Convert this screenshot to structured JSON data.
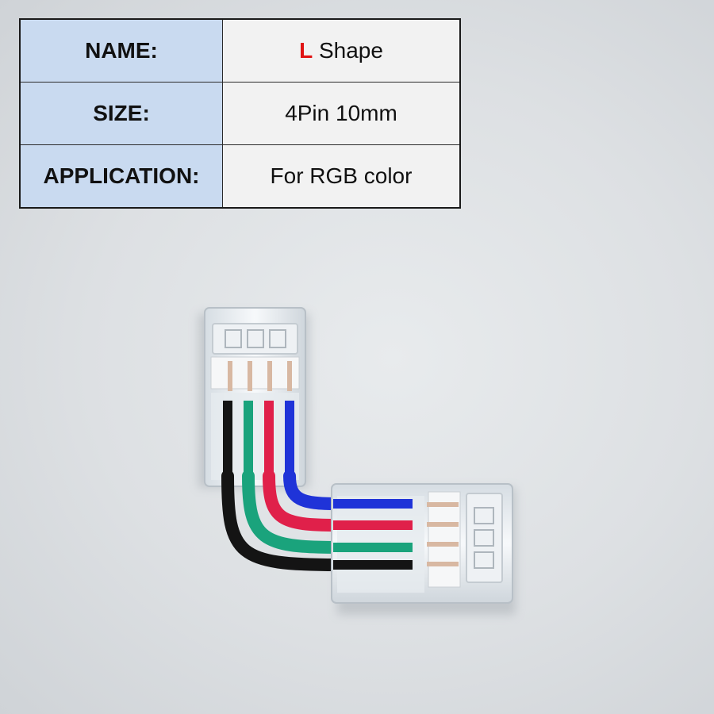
{
  "spec_table": {
    "rows": [
      {
        "label": "NAME:",
        "value_accent": "L",
        "value": "Shape"
      },
      {
        "label": "SIZE:",
        "value": "4Pin 10mm"
      },
      {
        "label": "APPLICATION:",
        "value": "For RGB color"
      }
    ]
  },
  "colors": {
    "label_bg": "#c9daf0",
    "value_bg": "#f2f2f2",
    "accent": "#e01414",
    "wire_black": "#141414",
    "wire_green": "#1aa37c",
    "wire_red": "#e0204a",
    "wire_blue": "#1f33d8"
  },
  "photo": {
    "subject": "l-shape-4pin-rgb-connector"
  }
}
